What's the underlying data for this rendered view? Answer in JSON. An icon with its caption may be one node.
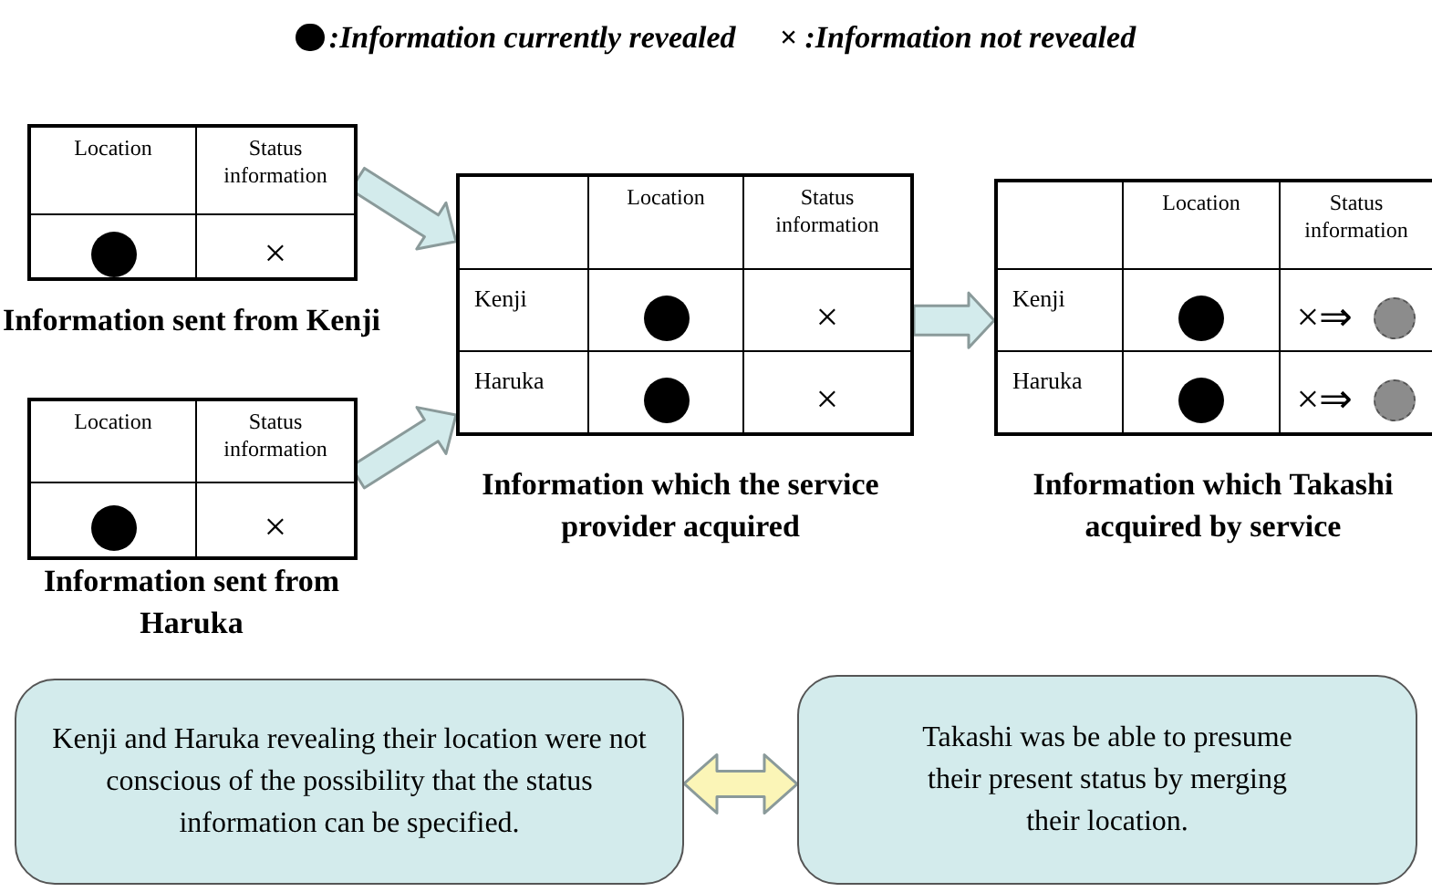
{
  "diagram": {
    "nodes": [
      {
        "text": [
          "Location",
          "Status information",
          "×"
        ],
        "beside": [
          "Information sent from Kenji"
        ]
      },
      {
        "text": [
          "Location",
          "Status information",
          "×"
        ],
        "beside": [
          "Information sent from Haruka"
        ]
      },
      {
        "text": [
          "Location",
          "Status information",
          "Kenji",
          "×",
          "Haruka",
          "×"
        ],
        "beside": [
          "Information which the service provider acquired"
        ]
      },
      {
        "text": [
          "Location",
          "Status information",
          "Kenji",
          "×⇒",
          "Haruka",
          "×⇒"
        ],
        "beside": [
          "Information which Takashi acquired by service"
        ]
      },
      {
        "text": [
          "Kenji and Haruka revealing their location were not conscious of the possibility that the status information can be specified."
        ]
      },
      {
        "text": [
          "Takashi was be able to presume their present status by merging their location."
        ]
      }
    ],
    "edges": [
      {
        "from": 0,
        "to": 2,
        "arrow": "to"
      },
      {
        "from": 1,
        "to": 2,
        "arrow": "to"
      },
      {
        "from": 2,
        "to": 3,
        "arrow": "to"
      },
      {
        "from": 4,
        "to": 5,
        "arrow": "both",
        "color": "#fbf5b7"
      }
    ],
    "legend": [
      {
        "text": ":Information currently revealed"
      },
      {
        "text": "× :Information not revealed"
      }
    ]
  }
}
